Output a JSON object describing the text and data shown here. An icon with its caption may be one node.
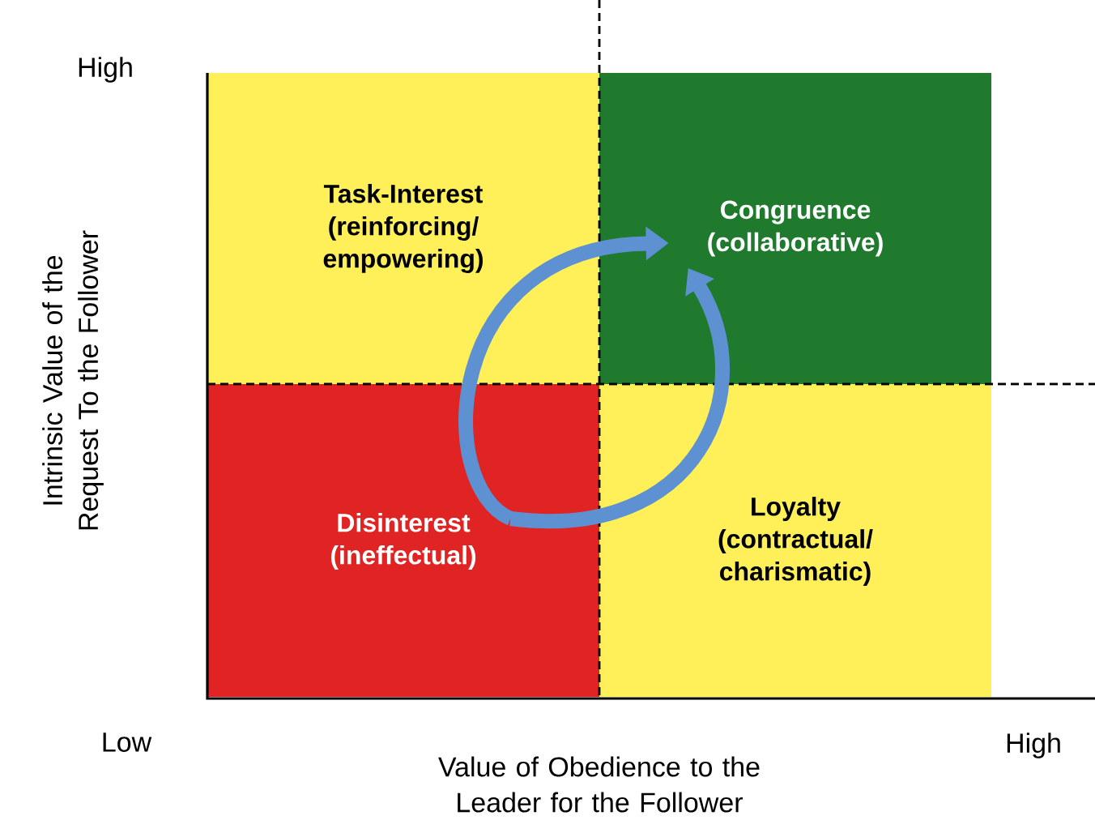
{
  "diagram": {
    "nodes": [
      {
        "text": [
          "Task-Interest",
          "(reinforcing/ empowering)"
        ]
      },
      {
        "text": [
          "Congruence",
          "(collaborative)"
        ]
      },
      {
        "text": [
          "Disinterest",
          "(ineffectual)"
        ]
      },
      {
        "text": [
          "Loyalty",
          "(contractual/ charismatic)"
        ]
      }
    ],
    "edges": [
      {
        "from": 2,
        "to": 1,
        "arrow": "to"
      },
      {
        "from": 2,
        "to": 1,
        "arrow": "to"
      }
    ],
    "labels": [
      "High",
      "Intrinsic Value of the Request To the Follower",
      "Low",
      "Value of Obedience to the Leader for the Follower",
      "High"
    ]
  }
}
